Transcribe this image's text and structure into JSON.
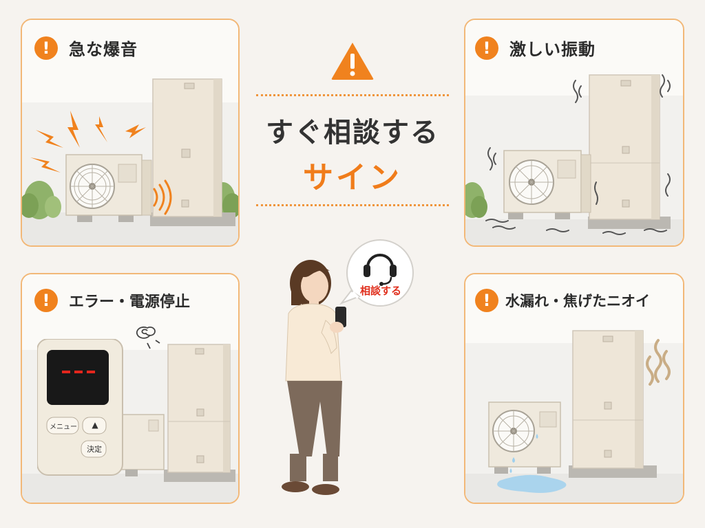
{
  "panels": {
    "sudden_noise": {
      "icon": "exclamation-icon",
      "icon_text": "!",
      "label": "急な爆音"
    },
    "strong_vibration": {
      "icon": "exclamation-icon",
      "icon_text": "!",
      "label": "激しい振動"
    },
    "error_stop": {
      "icon": "exclamation-icon",
      "icon_text": "!",
      "label": "エラー・電源停止"
    },
    "leak_smell": {
      "icon": "exclamation-icon",
      "icon_text": "!",
      "label": "水漏れ・焦げたニオイ"
    }
  },
  "center": {
    "warning_icon": "warning-triangle-icon",
    "headline": "すぐ相談する",
    "subheadline": "サイン"
  },
  "bubble": {
    "icon": "headset-icon",
    "text": "相談する"
  },
  "remote": {
    "display_text": "- - -",
    "menu_button": "メニュー",
    "up_button": "▲",
    "ok_button": "決定"
  },
  "colors": {
    "accent": "#f0821e",
    "panel_border": "#f2b878",
    "alert_red": "#e0301e",
    "background": "#f6f3ef"
  }
}
